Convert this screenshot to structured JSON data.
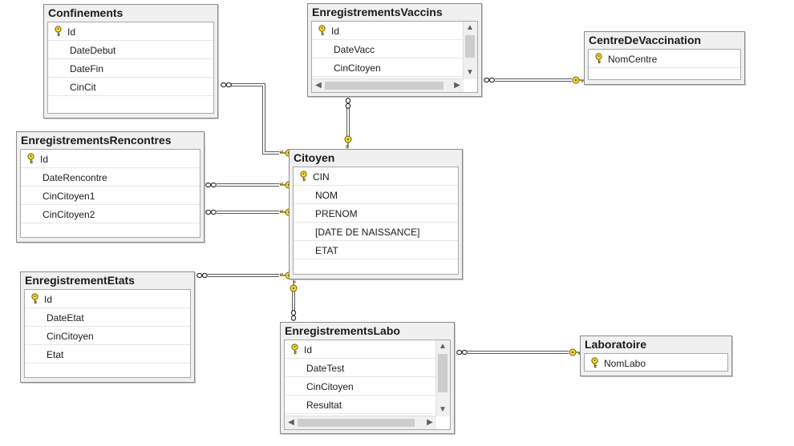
{
  "tables": {
    "confinements": {
      "title": "Confinements",
      "columns": [
        "Id",
        "DateDebut",
        "DateFin",
        "CinCit"
      ]
    },
    "enregistrements_vaccins": {
      "title": "EnregistrementsVaccins",
      "columns": [
        "Id",
        "DateVacc",
        "CinCitoyen"
      ]
    },
    "centre_de_vaccination": {
      "title": "CentreDeVaccination",
      "columns": [
        "NomCentre"
      ]
    },
    "enregistrements_rencontres": {
      "title": "EnregistrementsRencontres",
      "columns": [
        "Id",
        "DateRencontre",
        "CinCitoyen1",
        "CinCitoyen2"
      ]
    },
    "citoyen": {
      "title": "Citoyen",
      "columns": [
        "CIN",
        "NOM",
        "PRENOM",
        "[DATE DE NAISSANCE]",
        "ETAT"
      ]
    },
    "enregistrement_etats": {
      "title": "EnregistrementEtats",
      "columns": [
        "Id",
        "DateEtat",
        "CinCitoyen",
        "Etat"
      ]
    },
    "enregistrements_labo": {
      "title": "EnregistrementsLabo",
      "columns": [
        "Id",
        "DateTest",
        "CinCitoyen",
        "Resultat"
      ]
    },
    "laboratoire": {
      "title": "Laboratoire",
      "columns": [
        "NomLabo"
      ]
    }
  },
  "icons": {
    "primary_key": "key-icon",
    "one_end": "key-icon",
    "many_end": "infinity-icon"
  },
  "colors": {
    "key_fill": "#f5dd3b",
    "key_stroke": "#6b5a00",
    "canvas": "#ffffff",
    "panel": "#f0f0f0"
  },
  "relationships": [
    {
      "from": "confinements",
      "to": "citoyen"
    },
    {
      "from": "enregistrements_vaccins",
      "to": "citoyen"
    },
    {
      "from": "enregistrements_vaccins",
      "to": "centre_de_vaccination"
    },
    {
      "from": "enregistrements_rencontres",
      "to": "citoyen"
    },
    {
      "from": "enregistrements_rencontres",
      "to": "citoyen"
    },
    {
      "from": "enregistrement_etats",
      "to": "citoyen"
    },
    {
      "from": "enregistrements_labo",
      "to": "citoyen"
    },
    {
      "from": "enregistrements_labo",
      "to": "laboratoire"
    }
  ]
}
